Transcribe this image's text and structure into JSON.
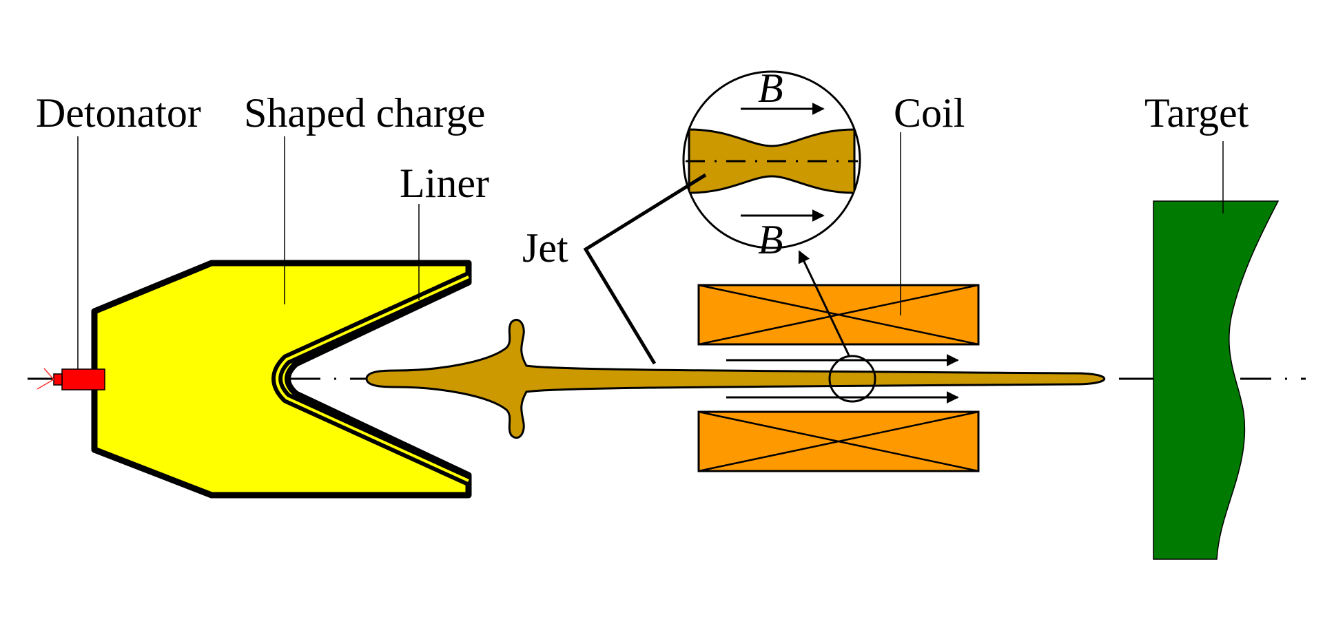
{
  "labels": {
    "detonator": "Detonator",
    "shaped_charge": "Shaped charge",
    "liner": "Liner",
    "jet": "Jet",
    "coil": "Coil",
    "target": "Target",
    "field_top": "B",
    "field_bottom": "B"
  },
  "colors": {
    "detonator": "#ff0000",
    "shaped_charge": "#ffff00",
    "jet": "#cc9900",
    "coil": "#ff9900",
    "target": "#007a00",
    "line": "#000000"
  },
  "icons": {
    "field_arrow": "right-arrow",
    "detonator_spark": "spark"
  }
}
